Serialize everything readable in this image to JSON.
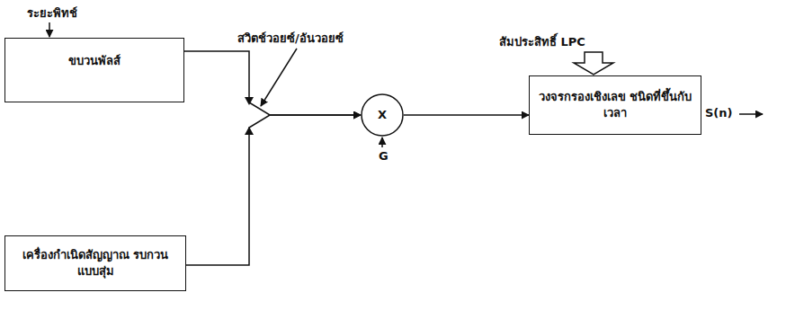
{
  "diagram": {
    "nodes": [
      {
        "text": [
          "ขบวนพัลส์"
        ]
      },
      {
        "text": [
          "เครื่องกำเนิดสัญญาณ รบกวนแบบสุ่ม"
        ]
      },
      {
        "text": [
          "X"
        ]
      },
      {
        "text": [
          "วงจรกรองเชิงเลข ชนิดที่ขึ้นกับเวลา"
        ]
      }
    ],
    "edges": [
      {
        "from": 0,
        "to": 2,
        "arrow": "to"
      },
      {
        "from": 1,
        "to": 2,
        "arrow": "to"
      },
      {
        "from": 2,
        "to": 3,
        "arrow": "to"
      }
    ],
    "labels": [
      "ระยะพิทช์",
      "สวิตช์วอยซ์/อันวอยซ์",
      "สัมประสิทธิ์ LPC",
      "G",
      "S(n)"
    ]
  }
}
